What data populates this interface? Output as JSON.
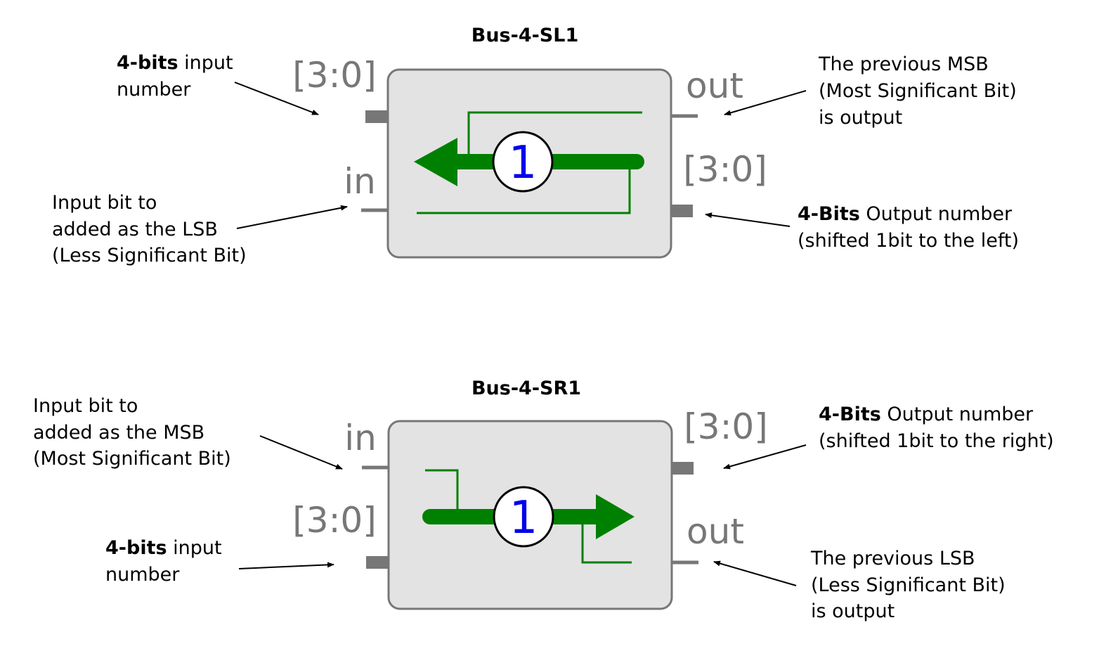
{
  "top": {
    "title": "Bus-4-SL1",
    "in_bus_label": "[3:0]",
    "in_bit_label": "in",
    "out_bit_label": "out",
    "out_bus_label": "[3:0]",
    "shift_amount": "1",
    "note_input_number": {
      "bold": "4-bits",
      "rest": " input",
      "line2": "number"
    },
    "note_input_bit": [
      "Input bit to",
      "added as the LSB",
      "(Less Significant Bit)"
    ],
    "note_prev_bit": [
      "The previous MSB",
      "(Most Significant Bit)",
      "is output"
    ],
    "note_output_number": {
      "bold": "4-Bits",
      "rest": " Output number",
      "line2": "(shifted 1bit to the left)"
    }
  },
  "bottom": {
    "title": "Bus-4-SR1",
    "in_bit_label": "in",
    "in_bus_label": "[3:0]",
    "out_bus_label": "[3:0]",
    "out_bit_label": "out",
    "shift_amount": "1",
    "note_input_bit": [
      "Input bit to",
      "added as the MSB",
      "(Most Significant Bit)"
    ],
    "note_input_number": {
      "bold": "4-bits",
      "rest": " input",
      "line2": "number"
    },
    "note_output_number": {
      "bold": "4-Bits",
      "rest": " Output number",
      "line2": "(shifted 1bit to the right)"
    },
    "note_prev_bit": [
      "The previous LSB",
      "(Less Significant Bit)",
      "is output"
    ]
  },
  "colors": {
    "box_fill": "#e3e3e3",
    "box_stroke": "#777777",
    "signal": "#008000",
    "shift_digit": "#0000ee"
  }
}
